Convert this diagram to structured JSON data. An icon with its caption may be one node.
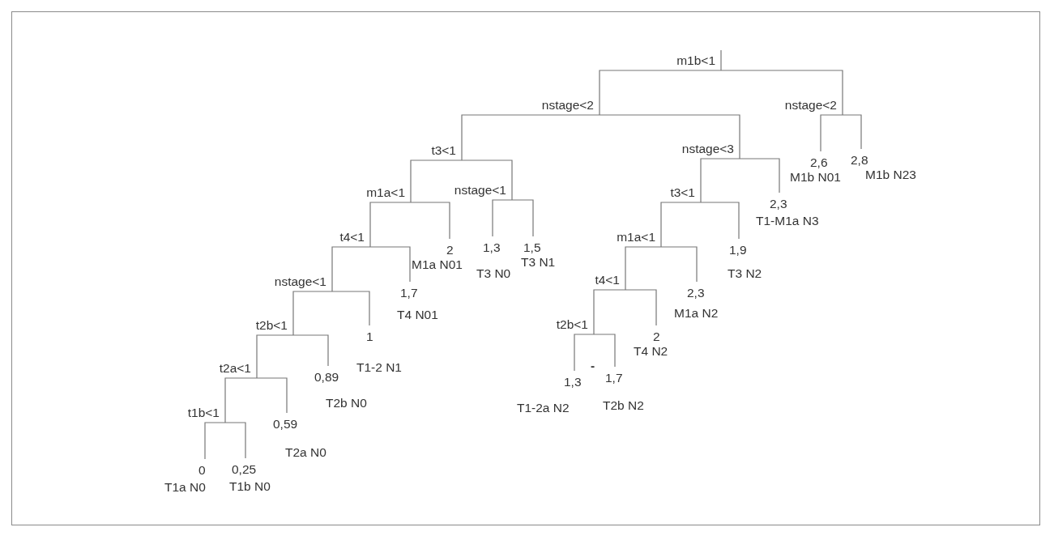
{
  "diagram": {
    "nodes": [
      {
        "text": [
          "m1b<1"
        ]
      },
      {
        "text": [
          "nstage<2"
        ]
      },
      {
        "text": [
          "t3<1"
        ]
      },
      {
        "text": [
          "m1a<1"
        ]
      },
      {
        "text": [
          "t4<1"
        ]
      },
      {
        "text": [
          "nstage<1"
        ]
      },
      {
        "text": [
          "t2b<1"
        ]
      },
      {
        "text": [
          "t2a<1"
        ]
      },
      {
        "text": [
          "t1b<1"
        ]
      },
      {
        "text": [
          "0",
          "T1a N0"
        ]
      },
      {
        "text": [
          "0,25",
          "T1b N0"
        ]
      },
      {
        "text": [
          "0,59",
          "T2a N0"
        ]
      },
      {
        "text": [
          "0,89",
          "T2b N0"
        ]
      },
      {
        "text": [
          "1",
          "T1-2 N1"
        ]
      },
      {
        "text": [
          "1,7",
          "T4 N01"
        ]
      },
      {
        "text": [
          "2",
          "M1a N01"
        ]
      },
      {
        "text": [
          "nstage<1"
        ]
      },
      {
        "text": [
          "1,3",
          "T3 N0"
        ]
      },
      {
        "text": [
          "1,5",
          "T3 N1"
        ]
      },
      {
        "text": [
          "nstage<3"
        ]
      },
      {
        "text": [
          "t3<1"
        ]
      },
      {
        "text": [
          "m1a<1"
        ]
      },
      {
        "text": [
          "t4<1"
        ]
      },
      {
        "text": [
          "t2b<1"
        ]
      },
      {
        "text": [
          "1,3",
          "T1-2a N2"
        ]
      },
      {
        "text": [
          "1,7",
          "T2b N2"
        ]
      },
      {
        "text": [
          "2",
          "T4 N2"
        ]
      },
      {
        "text": [
          "2,3",
          "M1a N2"
        ]
      },
      {
        "text": [
          "1,9",
          "T3 N2"
        ]
      },
      {
        "text": [
          "2,3",
          "T1-M1a N3"
        ]
      },
      {
        "text": [
          "nstage<2"
        ]
      },
      {
        "text": [
          "2,6",
          "M1b N01"
        ]
      },
      {
        "text": [
          "2,8",
          "M1b N23"
        ]
      }
    ],
    "edges": [
      {
        "from": 0,
        "to": 1,
        "arrow": "none"
      },
      {
        "from": 0,
        "to": 30,
        "arrow": "none"
      },
      {
        "from": 1,
        "to": 2,
        "arrow": "none"
      },
      {
        "from": 1,
        "to": 19,
        "arrow": "none"
      },
      {
        "from": 2,
        "to": 3,
        "arrow": "none"
      },
      {
        "from": 2,
        "to": 16,
        "arrow": "none"
      },
      {
        "from": 3,
        "to": 4,
        "arrow": "none"
      },
      {
        "from": 3,
        "to": 15,
        "arrow": "none"
      },
      {
        "from": 4,
        "to": 5,
        "arrow": "none"
      },
      {
        "from": 4,
        "to": 14,
        "arrow": "none"
      },
      {
        "from": 5,
        "to": 6,
        "arrow": "none"
      },
      {
        "from": 5,
        "to": 13,
        "arrow": "none"
      },
      {
        "from": 6,
        "to": 7,
        "arrow": "none"
      },
      {
        "from": 6,
        "to": 12,
        "arrow": "none"
      },
      {
        "from": 7,
        "to": 8,
        "arrow": "none"
      },
      {
        "from": 7,
        "to": 11,
        "arrow": "none"
      },
      {
        "from": 8,
        "to": 9,
        "arrow": "none"
      },
      {
        "from": 8,
        "to": 10,
        "arrow": "none"
      },
      {
        "from": 16,
        "to": 17,
        "arrow": "none"
      },
      {
        "from": 16,
        "to": 18,
        "arrow": "none"
      },
      {
        "from": 19,
        "to": 20,
        "arrow": "none"
      },
      {
        "from": 19,
        "to": 29,
        "arrow": "none"
      },
      {
        "from": 20,
        "to": 21,
        "arrow": "none"
      },
      {
        "from": 20,
        "to": 28,
        "arrow": "none"
      },
      {
        "from": 21,
        "to": 22,
        "arrow": "none"
      },
      {
        "from": 21,
        "to": 27,
        "arrow": "none"
      },
      {
        "from": 22,
        "to": 23,
        "arrow": "none"
      },
      {
        "from": 22,
        "to": 26,
        "arrow": "none"
      },
      {
        "from": 23,
        "to": 24,
        "arrow": "none"
      },
      {
        "from": 23,
        "to": 25,
        "arrow": "none"
      },
      {
        "from": 30,
        "to": 31,
        "arrow": "none"
      },
      {
        "from": 30,
        "to": 32,
        "arrow": "none"
      }
    ],
    "labels": [
      "-"
    ]
  }
}
